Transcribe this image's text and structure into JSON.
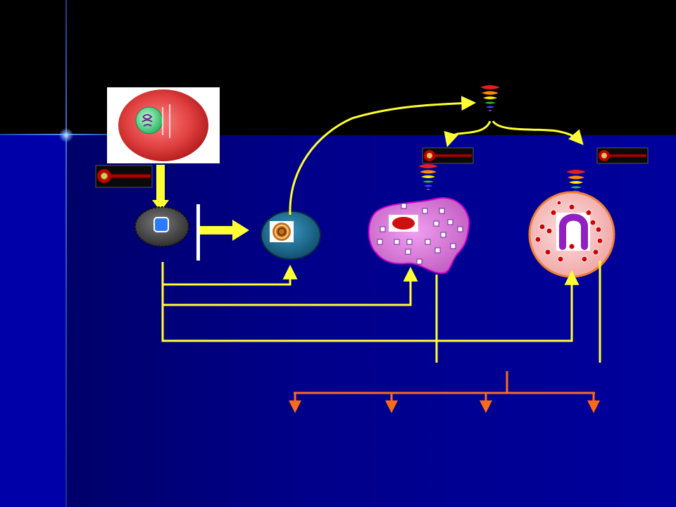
{
  "slide": {
    "background_colors": {
      "top_band": "#000000",
      "main_panel": "#00008a",
      "left_strip": "#0000a8"
    },
    "accent_colors": {
      "arrows_yellow": "#ffff33",
      "bracket_orange": "#ff6a1a",
      "cytokine_receptor": "#d00000"
    }
  },
  "diagram": {
    "cells": [
      {
        "name": "large-red-cell",
        "fill": "#e04040",
        "inner_icon": "dividing-nucleus-icon"
      },
      {
        "name": "dark-round-cell",
        "fill": "#3a3a3a",
        "inner_icon": "blue-square-icon"
      },
      {
        "name": "teal-cell",
        "fill": "#1a6a8e",
        "inner_icon": "spiral-nucleus-icon"
      },
      {
        "name": "purple-granular-cell",
        "fill": "#cc66cc",
        "inner_icon": "red-oval-nucleus-icon"
      },
      {
        "name": "pink-granular-cell",
        "fill": "#f2b8b8",
        "inner_icon": "bilobed-nucleus-icon"
      }
    ],
    "receptor_icons": [
      "receptor-bar-left",
      "receptor-bar-mid",
      "receptor-bar-right"
    ],
    "cytokine_icons": [
      "cytokine-spiral-top",
      "cytokine-spiral-mid",
      "cytokine-spiral-right"
    ],
    "bracket_targets": 4
  }
}
